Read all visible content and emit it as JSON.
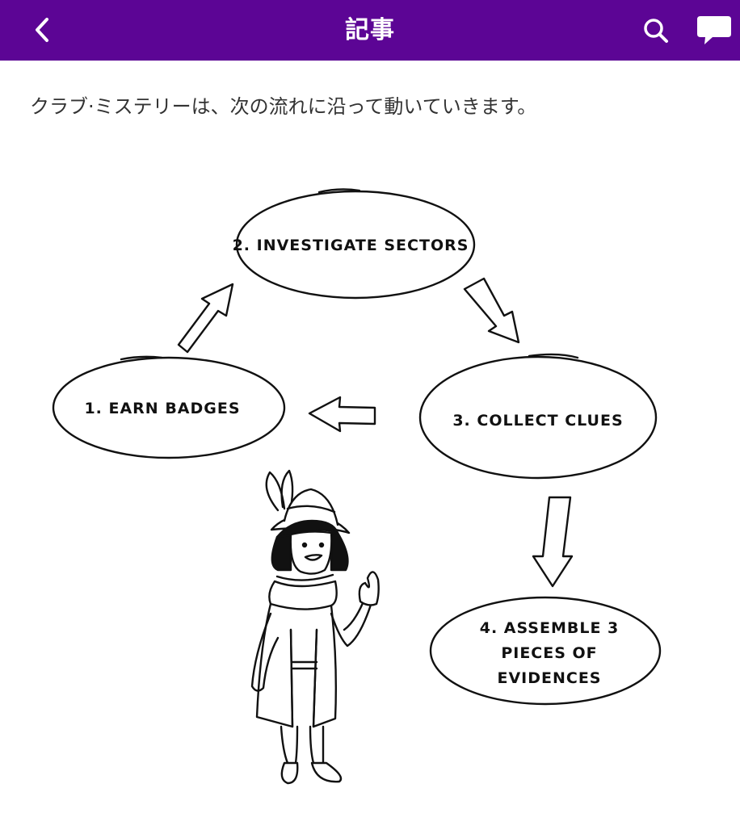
{
  "header": {
    "title": "記事",
    "back_icon": "chevron-left-icon",
    "search_icon": "search-icon",
    "chat_icon": "chat-bubble-icon",
    "background_color": "#5c0595"
  },
  "article": {
    "intro": "クラブ·ミステリーは、次の流れに沿って動いていきます。"
  },
  "diagram": {
    "steps": [
      {
        "lines": [
          "1. EARN BADGES"
        ]
      },
      {
        "lines": [
          "2. INVESTIGATE SECTORS"
        ]
      },
      {
        "lines": [
          "3. COLLECT CLUES"
        ]
      },
      {
        "lines": [
          "4. ASSEMBLE 3",
          "PIECES OF",
          "EVIDENCES"
        ]
      }
    ]
  }
}
